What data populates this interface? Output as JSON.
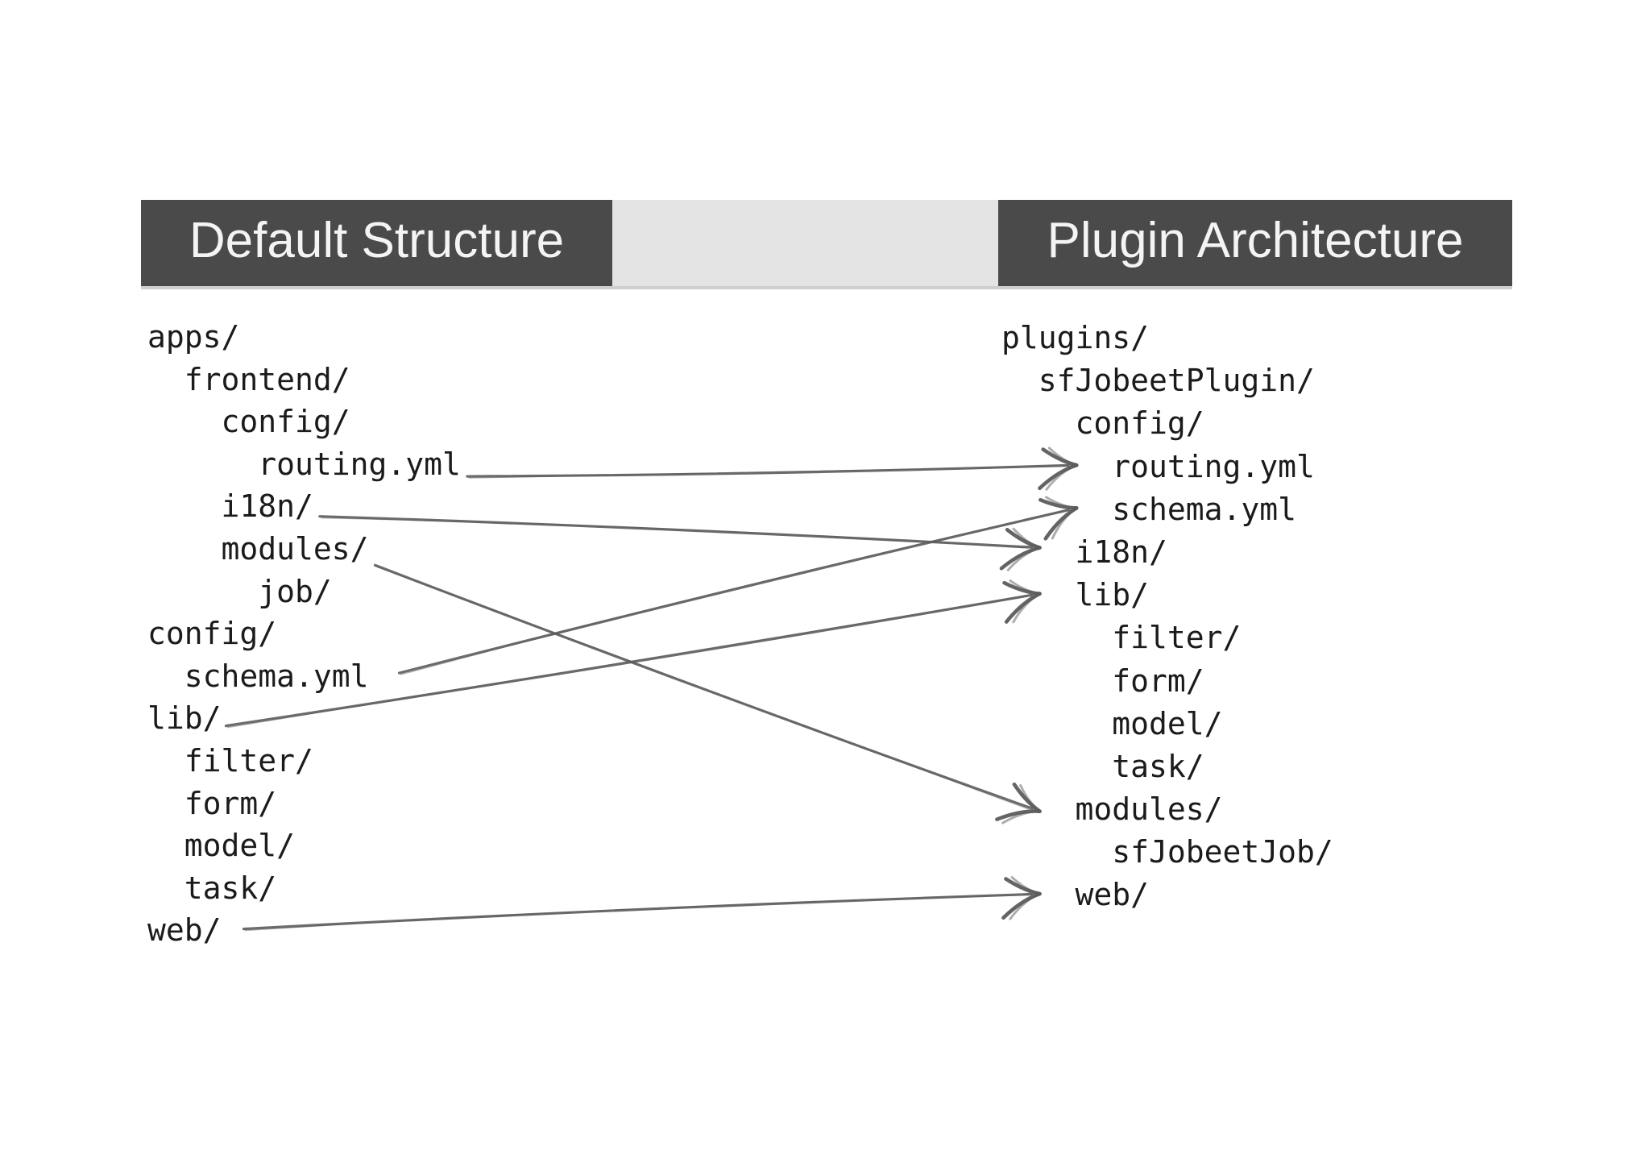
{
  "header": {
    "left_title": "Default Structure",
    "right_title": "Plugin Architecture",
    "bar_color": "#4a4a4a",
    "spacer_color": "#e4e4e4",
    "title_color": "#f4f4f4"
  },
  "left_tree": {
    "title": "Default Structure",
    "items": [
      {
        "id": "apps",
        "label": "apps/",
        "indent": 0
      },
      {
        "id": "frontend",
        "label": "frontend/",
        "indent": 1
      },
      {
        "id": "frontend-config",
        "label": "config/",
        "indent": 2
      },
      {
        "id": "routing",
        "label": "routing.yml",
        "indent": 3
      },
      {
        "id": "i18n",
        "label": "i18n/",
        "indent": 2
      },
      {
        "id": "modules",
        "label": "modules/",
        "indent": 2
      },
      {
        "id": "job",
        "label": "job/",
        "indent": 3
      },
      {
        "id": "config",
        "label": "config/",
        "indent": 0
      },
      {
        "id": "schema",
        "label": "schema.yml",
        "indent": 1
      },
      {
        "id": "lib",
        "label": "lib/",
        "indent": 0
      },
      {
        "id": "filter",
        "label": "filter/",
        "indent": 1
      },
      {
        "id": "form",
        "label": "form/",
        "indent": 1
      },
      {
        "id": "model",
        "label": "model/",
        "indent": 1
      },
      {
        "id": "task",
        "label": "task/",
        "indent": 1
      },
      {
        "id": "web",
        "label": "web/",
        "indent": 0
      }
    ]
  },
  "right_tree": {
    "title": "Plugin Architecture",
    "items": [
      {
        "id": "plugins",
        "label": "plugins/",
        "indent": 0
      },
      {
        "id": "sfJobeetPlugin",
        "label": "sfJobeetPlugin/",
        "indent": 1
      },
      {
        "id": "config",
        "label": "config/",
        "indent": 2
      },
      {
        "id": "routing",
        "label": "routing.yml",
        "indent": 3
      },
      {
        "id": "schema",
        "label": "schema.yml",
        "indent": 3
      },
      {
        "id": "i18n",
        "label": "i18n/",
        "indent": 2
      },
      {
        "id": "lib",
        "label": "lib/",
        "indent": 2
      },
      {
        "id": "filter",
        "label": "filter/",
        "indent": 3
      },
      {
        "id": "form",
        "label": "form/",
        "indent": 3
      },
      {
        "id": "model",
        "label": "model/",
        "indent": 3
      },
      {
        "id": "task",
        "label": "task/",
        "indent": 3
      },
      {
        "id": "modules",
        "label": "modules/",
        "indent": 2
      },
      {
        "id": "sfJobeetJob",
        "label": "sfJobeetJob/",
        "indent": 3
      },
      {
        "id": "web",
        "label": "web/",
        "indent": 2
      }
    ]
  },
  "arrows": [
    {
      "id": "routing",
      "from": "routing",
      "to": "routing"
    },
    {
      "id": "i18n",
      "from": "i18n",
      "to": "i18n"
    },
    {
      "id": "modules",
      "from": "modules",
      "to": "modules"
    },
    {
      "id": "schema",
      "from": "schema",
      "to": "schema"
    },
    {
      "id": "lib",
      "from": "lib",
      "to": "lib"
    },
    {
      "id": "web",
      "from": "web",
      "to": "web"
    }
  ],
  "arrow_color": "#5c5c5c",
  "tree_text_color": "#1b1b1b"
}
